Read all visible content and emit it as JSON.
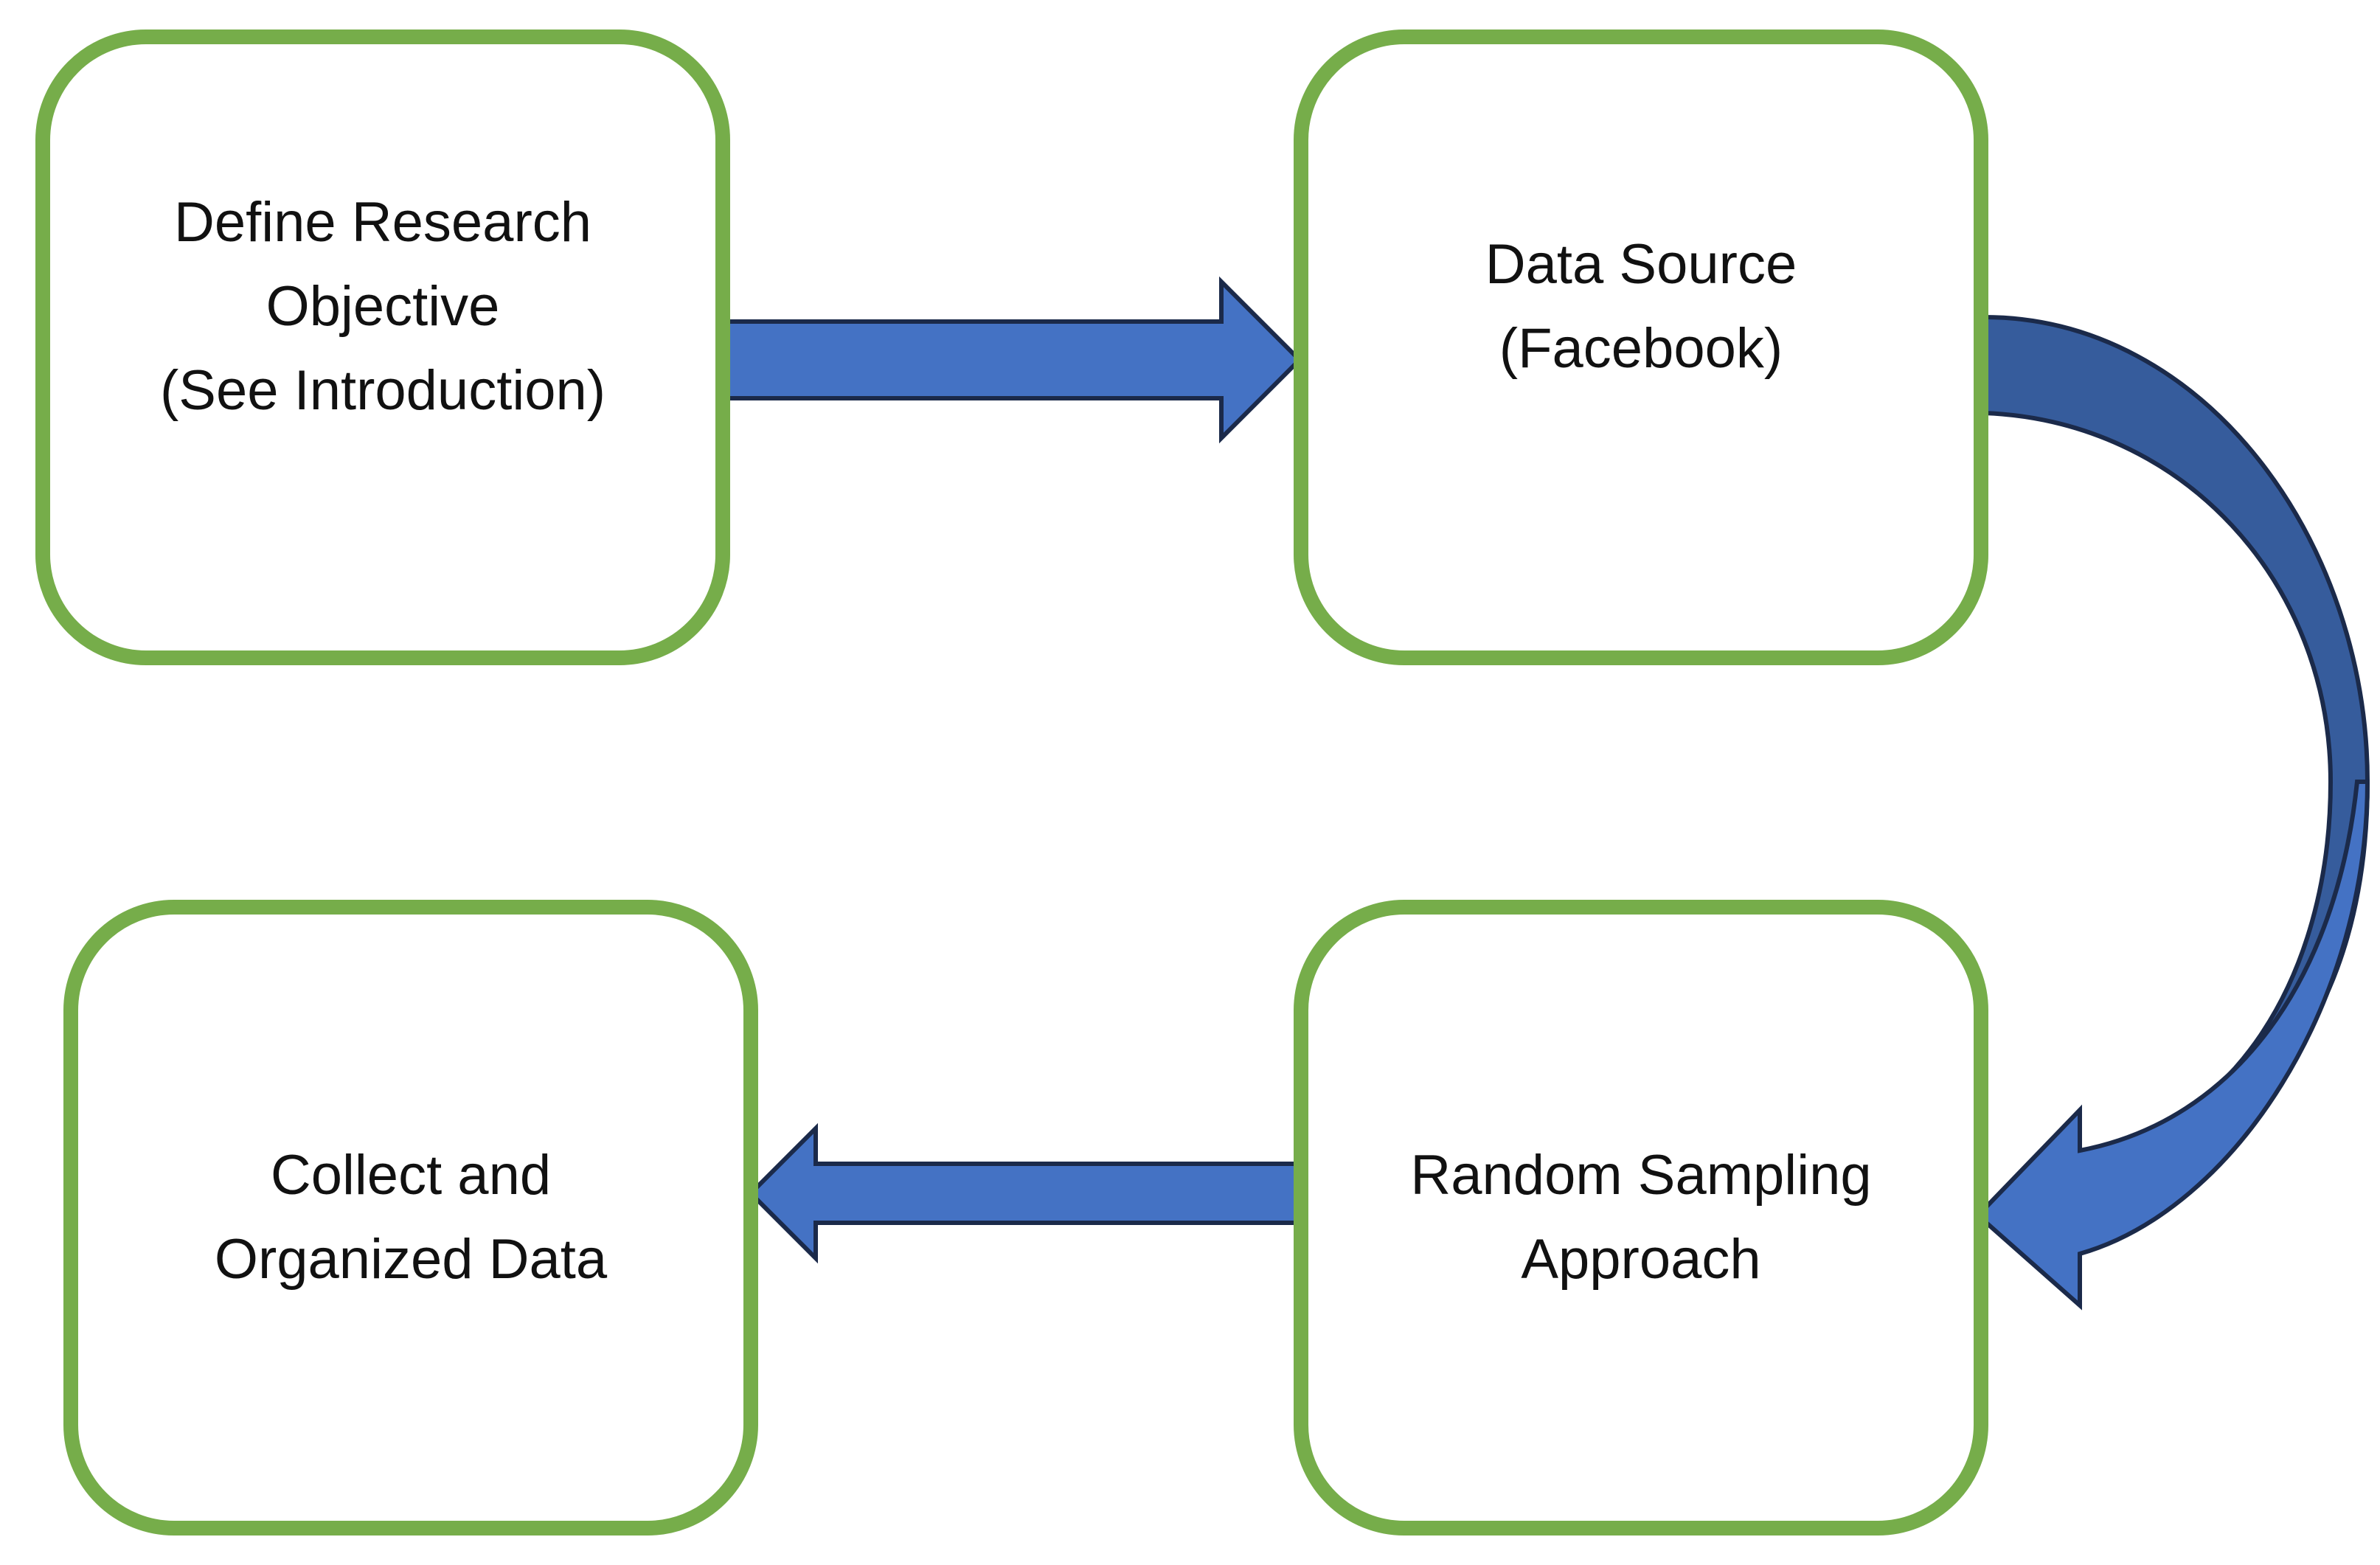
{
  "diagram": {
    "colors": {
      "box_border": "#76ad4a",
      "arrow_fill": "#4472c4",
      "arrow_fill_dark": "#365c9c",
      "arrow_outline": "#1b2a4a"
    },
    "boxes": {
      "objective": {
        "lines": [
          "Define Research",
          "Objective",
          "(See Introduction)"
        ]
      },
      "source": {
        "lines": [
          "Data Source",
          "(Facebook)"
        ]
      },
      "sampling": {
        "lines": [
          "Random Sampling",
          "Approach"
        ]
      },
      "collect": {
        "lines": [
          "Collect and",
          "Organized Data"
        ]
      }
    }
  }
}
